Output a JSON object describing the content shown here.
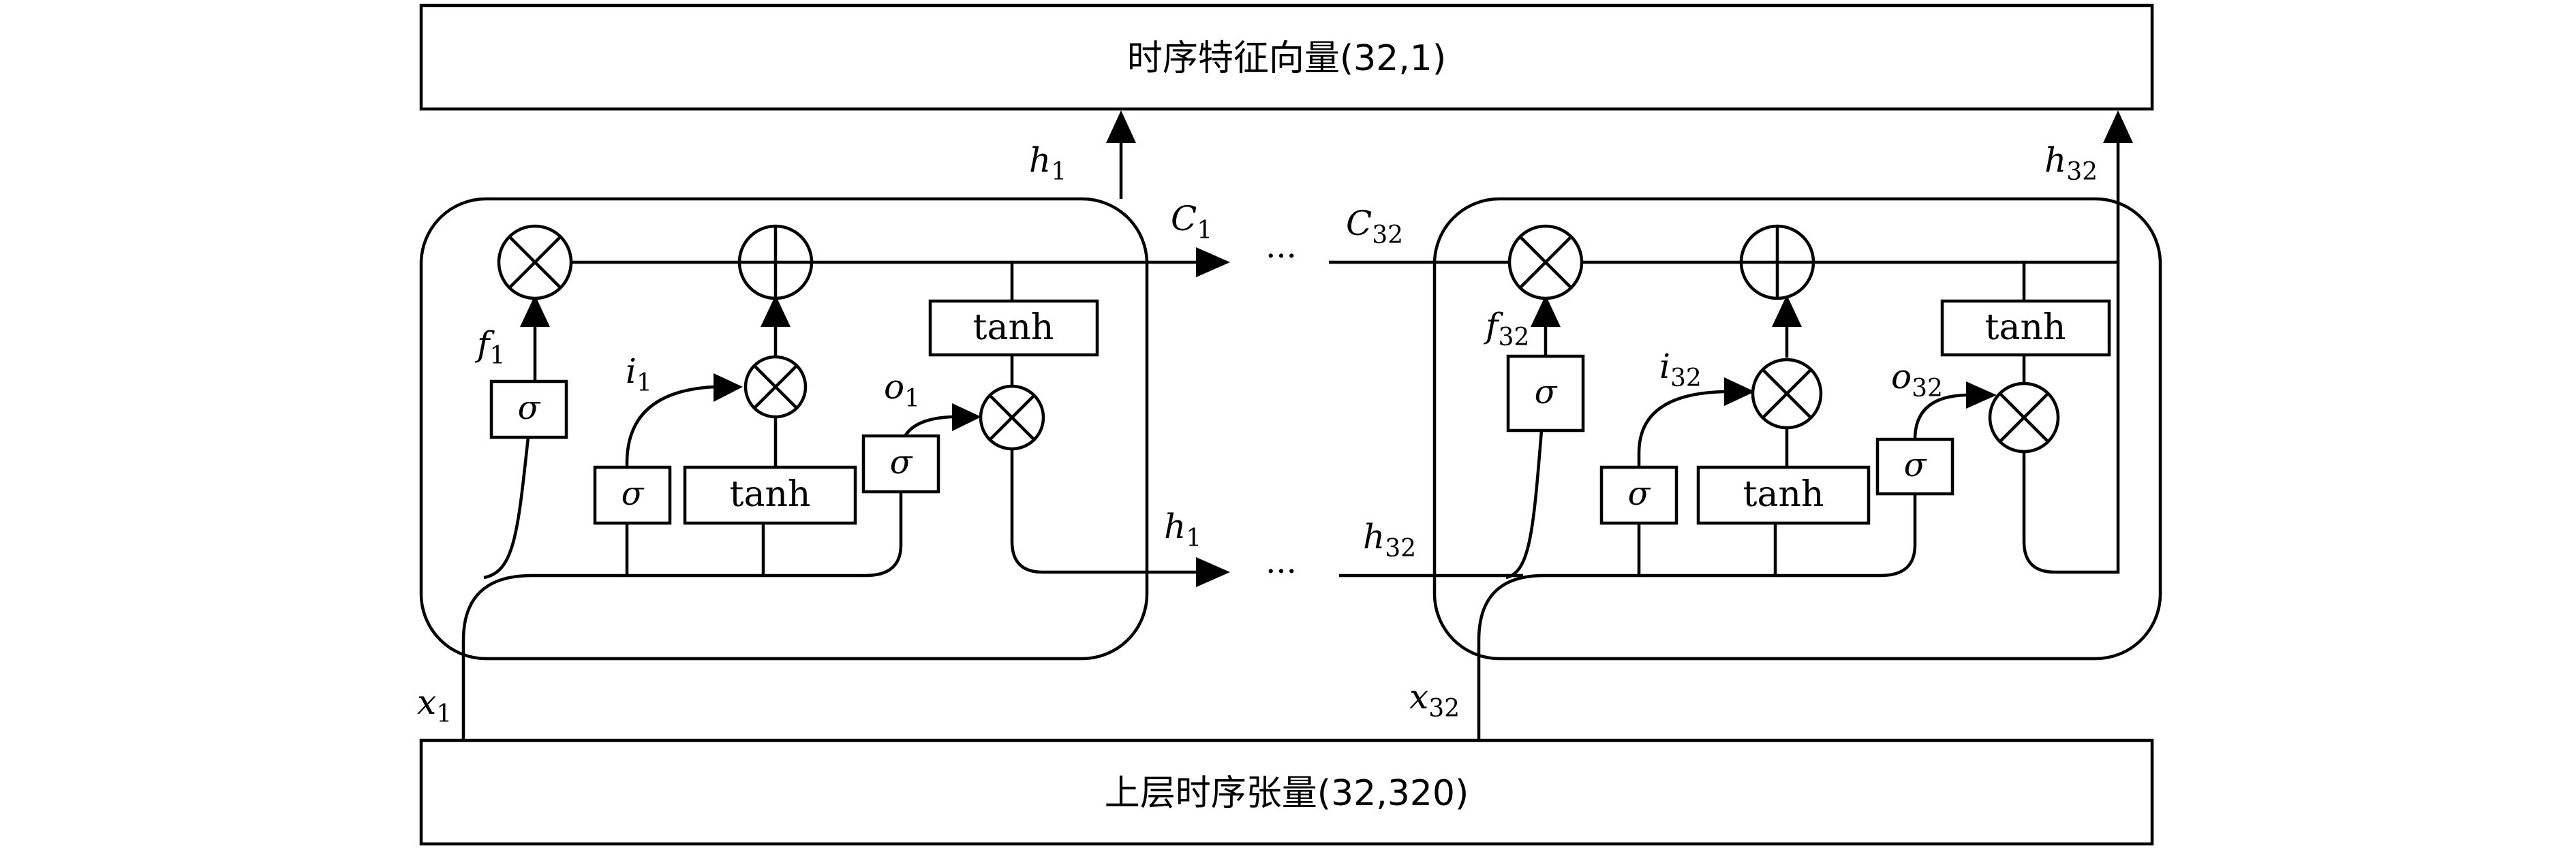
{
  "blocks": {
    "top": "时序特征向量(32,1)",
    "bottom": "上层时序张量(32,320)"
  },
  "gates": {
    "sigma": "σ",
    "tanh": "tanh"
  },
  "ellipsis": "···",
  "cell1": {
    "h": "h",
    "h_sub": "1",
    "C": "C",
    "C_sub": "1",
    "f": "f",
    "f_sub": "1",
    "i": "i",
    "i_sub": "1",
    "o": "o",
    "o_sub": "1",
    "h_out": "h",
    "h_out_sub": "1",
    "x": "x",
    "x_sub": "1"
  },
  "cell32": {
    "h": "h",
    "h_sub": "32",
    "C_in": "C",
    "C_in_sub": "32",
    "h_in": "h",
    "h_in_sub": "32",
    "f": "f",
    "f_sub": "32",
    "i": "i",
    "i_sub": "32",
    "o": "o",
    "o_sub": "32",
    "x": "x",
    "x_sub": "32"
  }
}
